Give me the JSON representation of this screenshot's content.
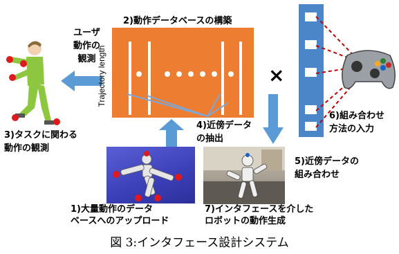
{
  "labels": {
    "step1": [
      "1)大量動作のデータ",
      "ベースへのアップロード"
    ],
    "step2": "2)動作データベースの構築",
    "step3": [
      "3)タスクに関わる",
      "動作の観測"
    ],
    "step4": [
      "4)近傍データ",
      "の抽出"
    ],
    "step5": [
      "5)近傍データの",
      "組み合わせ"
    ],
    "step6": [
      "6)組み合わせ",
      "方法の入力"
    ],
    "step7": [
      "7)インタフェースを介した",
      "ロボットの動作生成"
    ],
    "user_obs": [
      "ユーザ",
      "動作の",
      "観測"
    ],
    "axis": "Trajectory length",
    "times": "×",
    "caption": "図 3:インタフェース設計システム"
  },
  "colors": {
    "database": "#ed7d31",
    "arrow": "#5b9bd5",
    "film": "#4a86c8",
    "dashed": "#c00000"
  },
  "icons": [
    "person-icon",
    "gamepad-icon",
    "robot-photo",
    "film-strip-icon"
  ]
}
